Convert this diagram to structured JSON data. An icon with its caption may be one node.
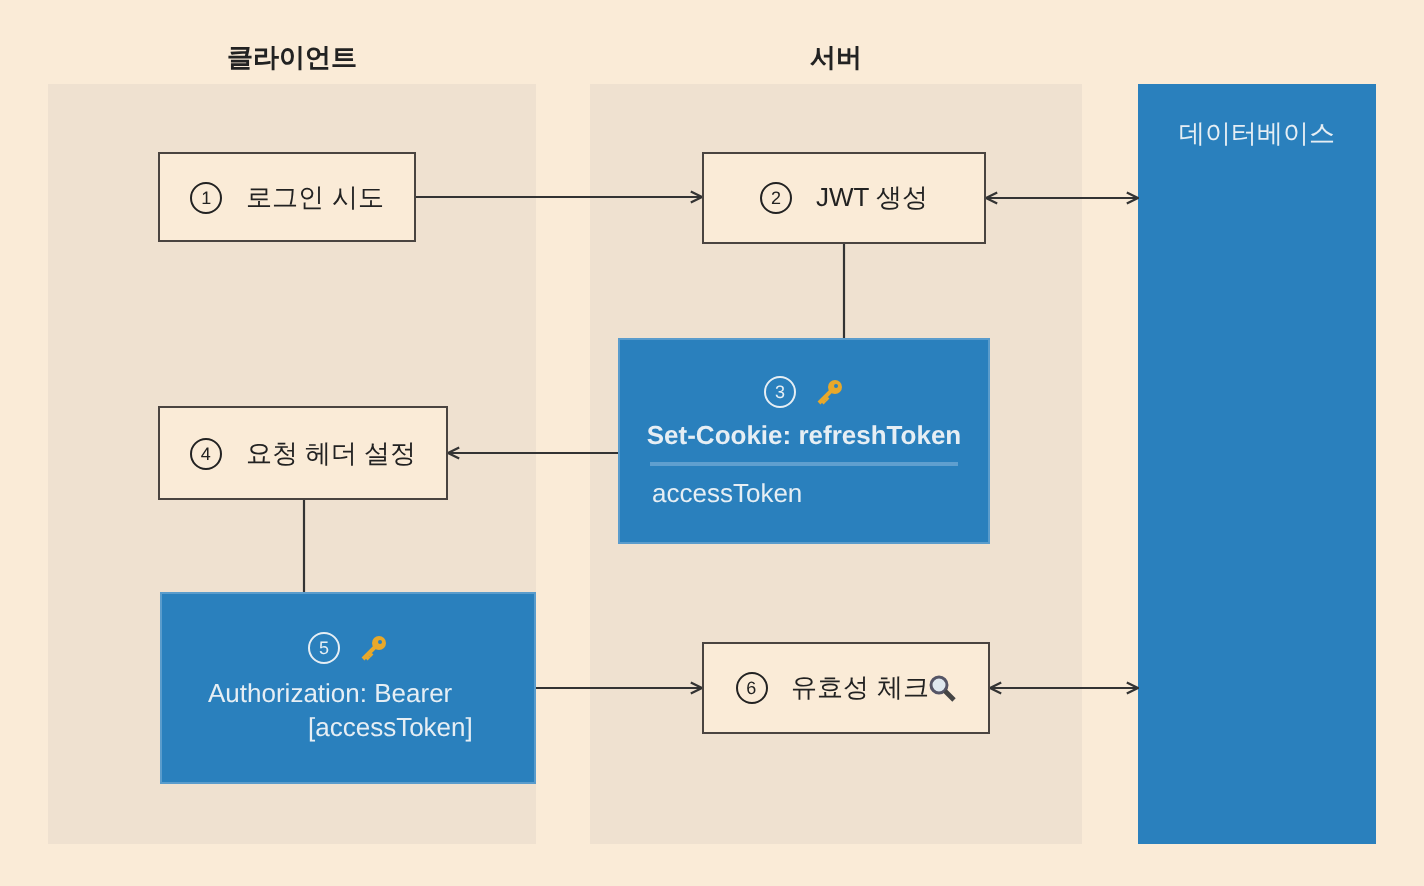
{
  "diagram": {
    "nodes": [
      {
        "text": [
          "클라이언트"
        ]
      },
      {
        "text": [
          "서버"
        ]
      },
      {
        "text": [
          "데이터베이스"
        ]
      },
      {
        "text": [
          "1",
          "로그인 시도"
        ],
        "in": 0
      },
      {
        "text": [
          "2",
          "JWT 생성"
        ],
        "in": 1
      },
      {
        "text": [
          "3",
          "Set-Cookie: refreshToken",
          "accessToken"
        ],
        "in": 1
      },
      {
        "text": [
          "4",
          "요청 헤더 설정"
        ],
        "in": 0
      },
      {
        "text": [
          "5",
          "Authorization: Bearer [accessToken]"
        ],
        "in": 0
      },
      {
        "text": [
          "6",
          "유효성 체크"
        ],
        "in": 1
      }
    ],
    "edges": [
      {
        "from": 3,
        "to": 4,
        "arrow": "to"
      },
      {
        "from": 4,
        "to": 2,
        "arrow": "both"
      },
      {
        "from": 4,
        "to": 5,
        "arrow": "none"
      },
      {
        "from": 5,
        "to": 6,
        "arrow": "to"
      },
      {
        "from": 6,
        "to": 7,
        "arrow": "none"
      },
      {
        "from": 7,
        "to": 8,
        "arrow": "to"
      },
      {
        "from": 8,
        "to": 2,
        "arrow": "both"
      }
    ]
  }
}
